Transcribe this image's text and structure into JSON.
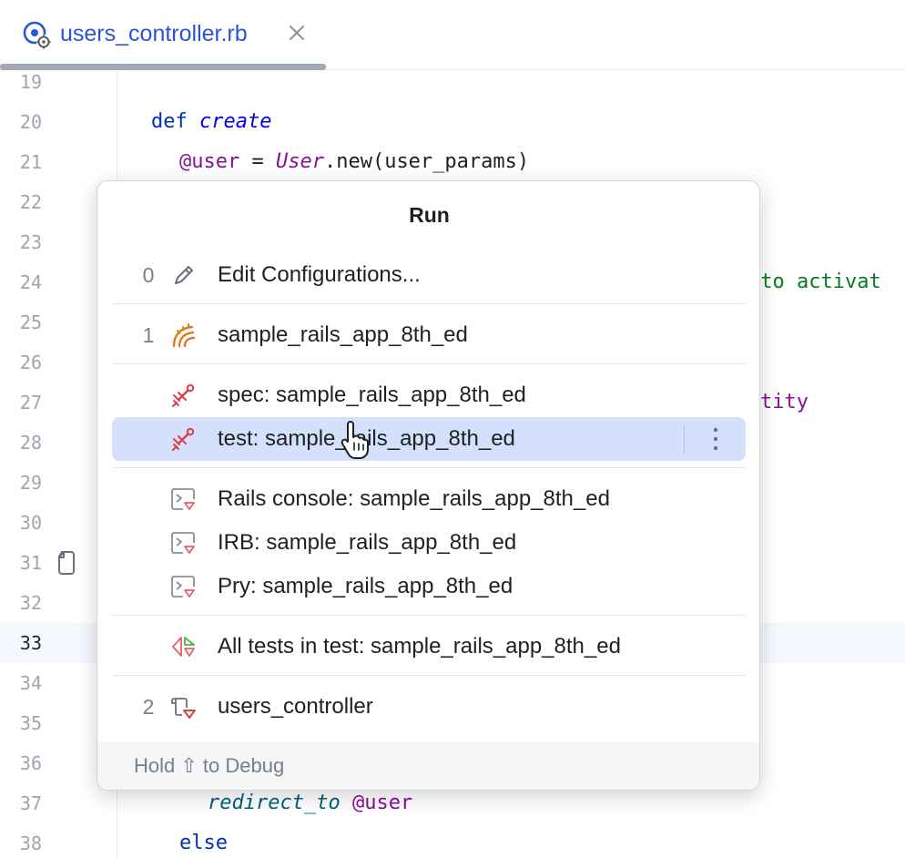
{
  "tab": {
    "file_name": "users_controller.rb",
    "icon": "ruby-controller-icon",
    "close_icon": "close-icon"
  },
  "editor": {
    "lines": [
      {
        "number": "19"
      },
      {
        "number": "20"
      },
      {
        "number": "21"
      },
      {
        "number": "22"
      },
      {
        "number": "23"
      },
      {
        "number": "24"
      },
      {
        "number": "25"
      },
      {
        "number": "26"
      },
      {
        "number": "27"
      },
      {
        "number": "28"
      },
      {
        "number": "29"
      },
      {
        "number": "30"
      },
      {
        "number": "31"
      },
      {
        "number": "32"
      },
      {
        "number": "33"
      },
      {
        "number": "34"
      },
      {
        "number": "35"
      },
      {
        "number": "36"
      },
      {
        "number": "37"
      },
      {
        "number": "38"
      }
    ],
    "current_line": "33",
    "code": {
      "l20_def": "def",
      "l20_name": "create",
      "l21_ivar": "@user",
      "l21_eq": " = ",
      "l21_class": "User",
      "l21_rest": ".new(user_params)",
      "l24_fragment": " to activat",
      "l27_fragment": "tity",
      "l37_method": "redirect_to",
      "l37_ivar": "@user",
      "l38_else": "else"
    }
  },
  "popup": {
    "title": "Run",
    "items": [
      {
        "number": "0",
        "icon": "pencil-icon",
        "label": "Edit Configurations..."
      },
      {
        "number": "1",
        "icon": "rails-icon",
        "label": "sample_rails_app_8th_ed"
      },
      {
        "number": "",
        "icon": "rspec-icon",
        "label": "spec: sample_rails_app_8th_ed"
      },
      {
        "number": "",
        "icon": "test-icon",
        "label": "test: sample_rails_app_8th_ed"
      },
      {
        "number": "",
        "icon": "console-icon",
        "label": "Rails console: sample_rails_app_8th_ed"
      },
      {
        "number": "",
        "icon": "console-icon",
        "label": "IRB: sample_rails_app_8th_ed"
      },
      {
        "number": "",
        "icon": "console-icon",
        "label": "Pry: sample_rails_app_8th_ed"
      },
      {
        "number": "",
        "icon": "all-tests-icon",
        "label": "All tests in test: sample_rails_app_8th_ed"
      },
      {
        "number": "2",
        "icon": "ruby-script-icon",
        "label": "users_controller"
      }
    ],
    "selected_index": 3,
    "footer": "Hold ⇧ to Debug"
  },
  "colors": {
    "accent": "#2b55d6",
    "selection": "#d5e1fc",
    "rails": "#e07b1d",
    "test_red": "#d9404a"
  }
}
